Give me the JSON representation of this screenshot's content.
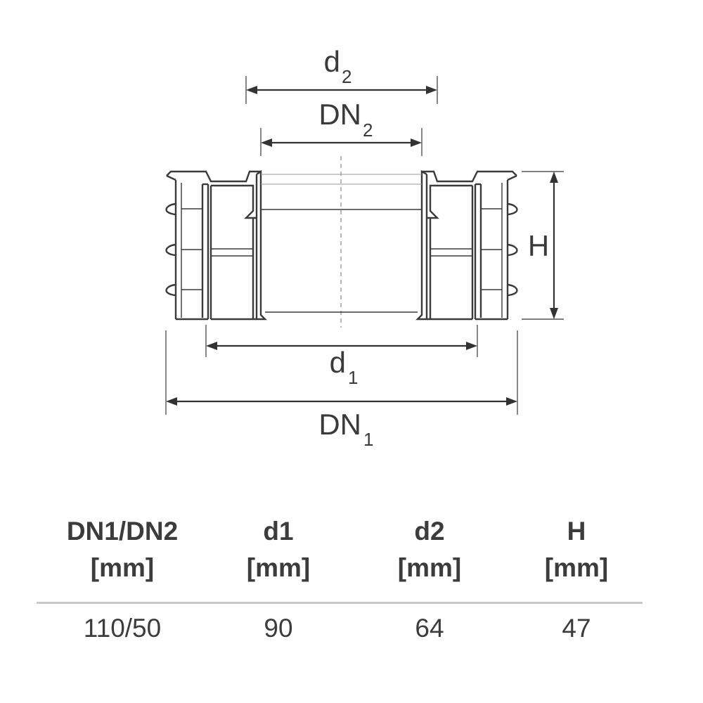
{
  "diagram": {
    "labels": {
      "d2": {
        "main": "d",
        "sub": "2"
      },
      "dn2": {
        "main": "DN",
        "sub": "2"
      },
      "h": "H",
      "d1": {
        "main": "d",
        "sub": "1"
      },
      "dn1": {
        "main": "DN",
        "sub": "1"
      }
    }
  },
  "table": {
    "headers": [
      {
        "name": "DN1/DN2",
        "unit": "[mm]"
      },
      {
        "name": "d1",
        "unit": "[mm]"
      },
      {
        "name": "d2",
        "unit": "[mm]"
      },
      {
        "name": "H",
        "unit": "[mm]"
      }
    ],
    "rows": [
      [
        "110/50",
        "90",
        "64",
        "47"
      ]
    ]
  }
}
